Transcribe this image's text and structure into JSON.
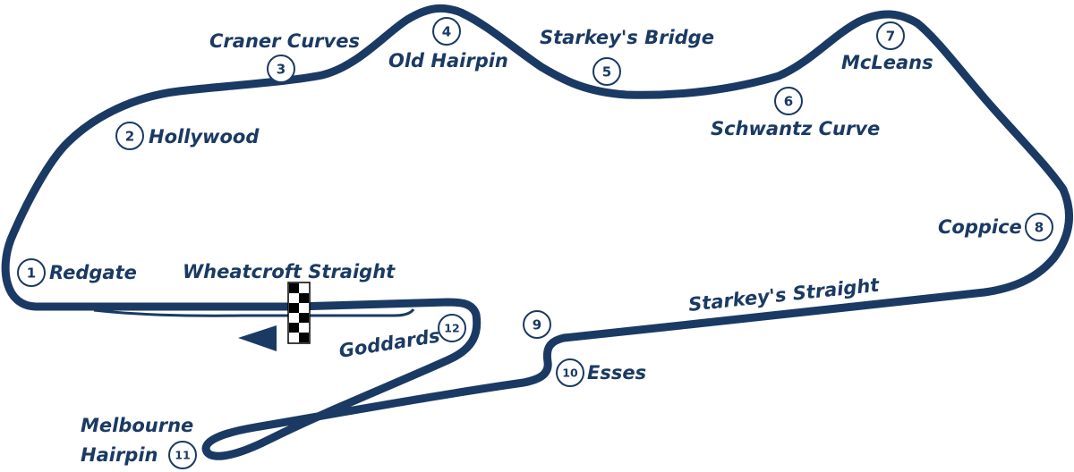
{
  "colors": {
    "track": "#1a3a63",
    "background": "#ffffff",
    "flag_dark": "#000000",
    "flag_light": "#ffffff"
  },
  "turns": [
    {
      "number": "1",
      "name": "Redgate"
    },
    {
      "number": "2",
      "name": "Hollywood"
    },
    {
      "number": "3",
      "name": "Craner Curves"
    },
    {
      "number": "4",
      "name": "Old Hairpin"
    },
    {
      "number": "5",
      "name": "Starkey's Bridge"
    },
    {
      "number": "6",
      "name": "Schwantz Curve"
    },
    {
      "number": "7",
      "name": "McLeans"
    },
    {
      "number": "8",
      "name": "Coppice"
    },
    {
      "number": "9",
      "name": ""
    },
    {
      "number": "10",
      "name": "Esses"
    },
    {
      "number": "11",
      "name_lines": [
        "Melbourne",
        "Hairpin"
      ]
    },
    {
      "number": "12",
      "name": "Goddards"
    }
  ],
  "straights": {
    "wheatcroft": "Wheatcroft Straight",
    "starkeys": "Starkey's Straight"
  },
  "icons": {
    "finish": "checkered-flag-icon",
    "direction": "direction-arrow-icon"
  }
}
